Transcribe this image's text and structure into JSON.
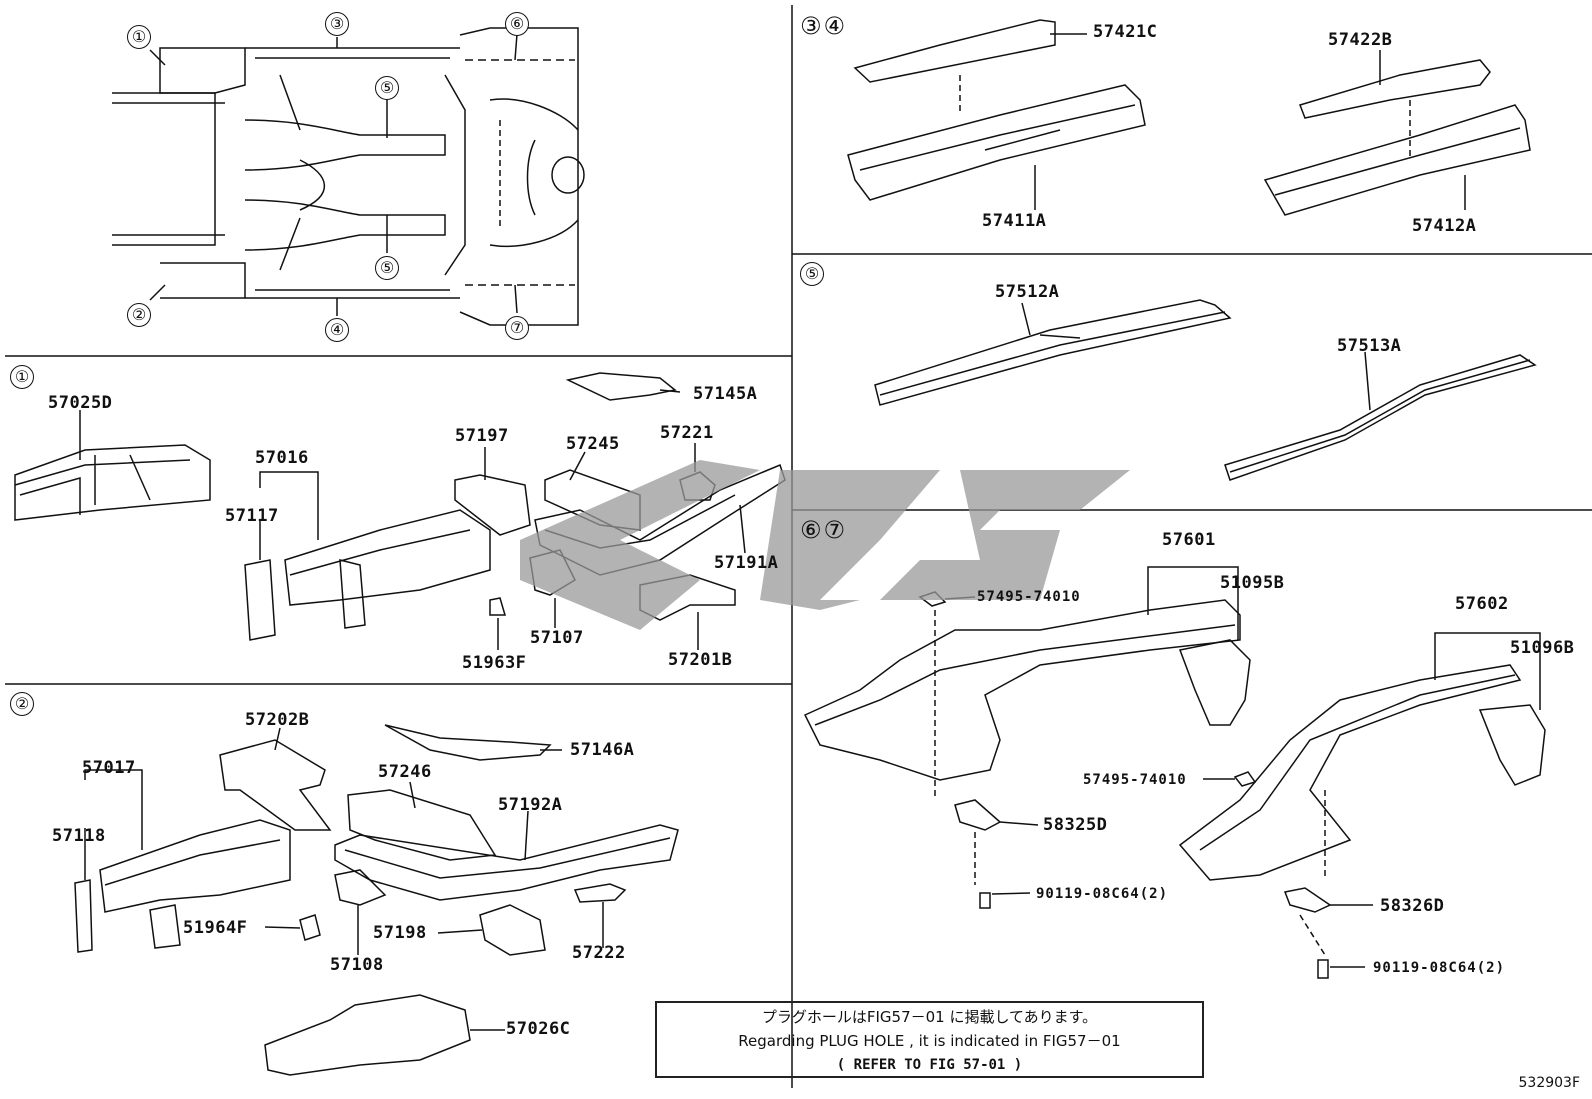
{
  "callouts": {
    "c1": "①",
    "c2": "②",
    "c3": "③",
    "c4": "④",
    "c5": "⑤",
    "c6": "⑥",
    "c7": "⑦"
  },
  "section_headers": {
    "s1": "①",
    "s2": "②",
    "s34": "③④",
    "s5": "⑤",
    "s67": "⑥⑦"
  },
  "parts": {
    "p57025D": "57025D",
    "p57016": "57016",
    "p57117": "57117",
    "p57197": "57197",
    "p57245": "57245",
    "p57221": "57221",
    "p57145A": "57145A",
    "p57191A": "57191A",
    "p57107": "57107",
    "p51963F": "51963F",
    "p57201B": "57201B",
    "p57202B": "57202B",
    "p57146A": "57146A",
    "p57017": "57017",
    "p57118": "57118",
    "p57246": "57246",
    "p57192A": "57192A",
    "p51964F": "51964F",
    "p57108": "57108",
    "p57198": "57198",
    "p57222": "57222",
    "p57026C": "57026C",
    "p57421C": "57421C",
    "p57422B": "57422B",
    "p57411A": "57411A",
    "p57412A": "57412A",
    "p57512A": "57512A",
    "p57513A": "57513A",
    "p57601": "57601",
    "p51095B": "51095B",
    "p57602": "57602",
    "p51096B": "51096B",
    "p57495a": "57495-74010",
    "p57495b": "57495-74010",
    "p58325D": "58325D",
    "p58326D": "58326D",
    "p90119a": "90119-08C64(2)",
    "p90119b": "90119-08C64(2)"
  },
  "note": {
    "line1": "プラグホールはFIG57－01 に掲載してあります。",
    "line2": "Regarding  PLUG HOLE , it is indicated in FIG57－01",
    "line3": "(  REFER TO FIG 57-01 )"
  },
  "figure_id": "532903F",
  "colors": {
    "line": "#111111",
    "watermark": "#9a9a9a"
  }
}
